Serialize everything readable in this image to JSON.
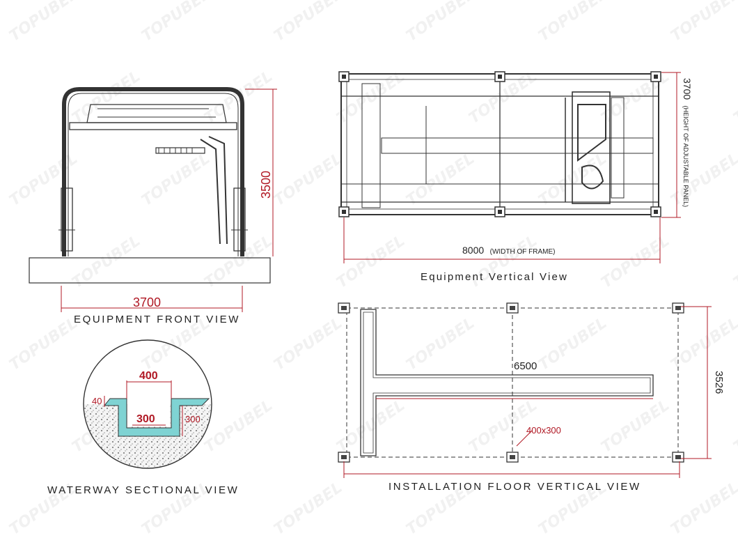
{
  "watermark": "TOPUBEL",
  "front_view": {
    "caption": "EQUIPMENT FRONT VIEW",
    "width_label": "3700",
    "height_label": "3500"
  },
  "vertical_view": {
    "caption": "Equipment Vertical View",
    "length_label": "8000",
    "length_note": "(WIDTH OF FRAME)",
    "side_label": "3700",
    "side_note": "(HEIGHT OF ADJUSTABLE PANEL)"
  },
  "waterway_view": {
    "caption": "WATERWAY SECTIONAL VIEW",
    "top_width": "400",
    "bottom_width": "300",
    "lip": "40",
    "depth": "300"
  },
  "floor_view": {
    "caption": "INSTALLATION FLOOR VERTICAL VIEW",
    "length_label": "6500",
    "side_label": "3526",
    "trench_label": "400x300"
  },
  "colors": {
    "dimension_red": "#b01824",
    "line": "#333333",
    "water": "#7fd3d3"
  }
}
